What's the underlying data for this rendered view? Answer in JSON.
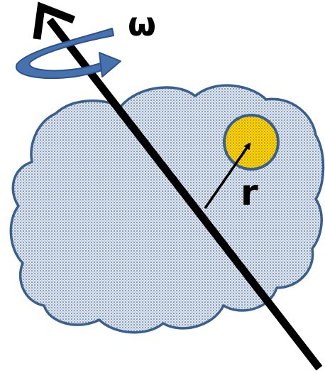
{
  "labels": {
    "omega": "ω",
    "radius": "r"
  },
  "colors": {
    "background": "#ffffff",
    "cloud_fill": "#dfe8f2",
    "cloud_dots": "#1f3f6a",
    "cloud_outline": "#3a5f8c",
    "axis": "#000000",
    "rotation_arrow": "#4672b0",
    "rotation_arrow_outline": "#2e5288",
    "particle_fill": "#f2e600",
    "particle_dots": "#d21e1e",
    "particle_outline": "#3a5f8c",
    "radius_arrow": "#000000"
  },
  "icons": {
    "cloud": "cloud-shape",
    "axis": "rotation-axis-arrow",
    "rotation": "curved-rotation-arrow",
    "particle": "particle-circle",
    "radius": "radius-arrow"
  }
}
